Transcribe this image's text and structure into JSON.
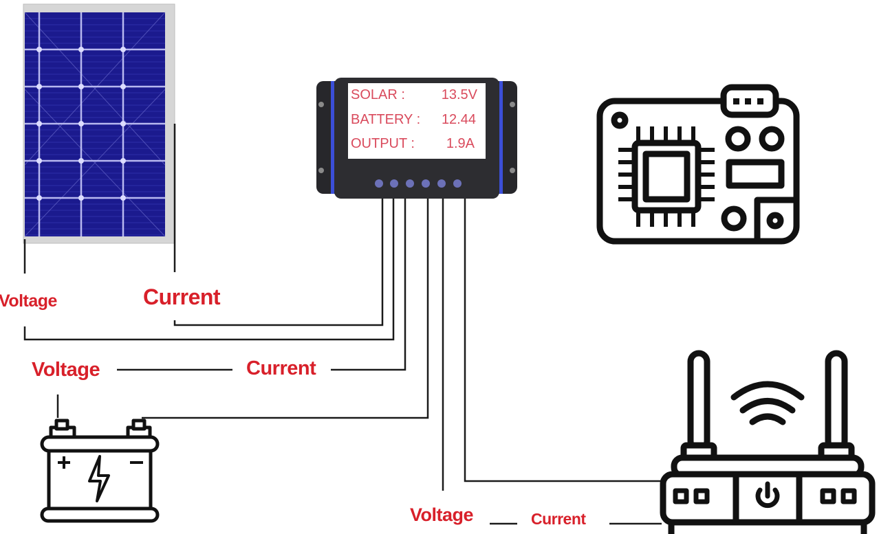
{
  "colors": {
    "label_red": "#d8202a",
    "lcd_text": "#d94a5c",
    "panel_blue": "#1a1a8c",
    "controller_body": "#2a2a2e",
    "controller_accent": "#3b4fd8",
    "wire": "#1a1a1a"
  },
  "components": {
    "solar_panel": "solar-panel",
    "charge_controller": "charge-controller",
    "microcontroller_board": "microcontroller-board",
    "battery": "battery",
    "router": "wifi-router"
  },
  "controller_display": {
    "rows": [
      {
        "label": "SOLAR :",
        "value": "13.5V"
      },
      {
        "label": "BATTERY :",
        "value": "12.44"
      },
      {
        "label": "OUTPUT :",
        "value": "1.9A"
      }
    ]
  },
  "labels": {
    "solar_voltage": "Voltage",
    "solar_current": "Current",
    "battery_voltage": "Voltage",
    "battery_current": "Current",
    "load_voltage": "Voltage",
    "load_current": "Current"
  },
  "battery": {
    "plus": "+",
    "minus": "−"
  }
}
